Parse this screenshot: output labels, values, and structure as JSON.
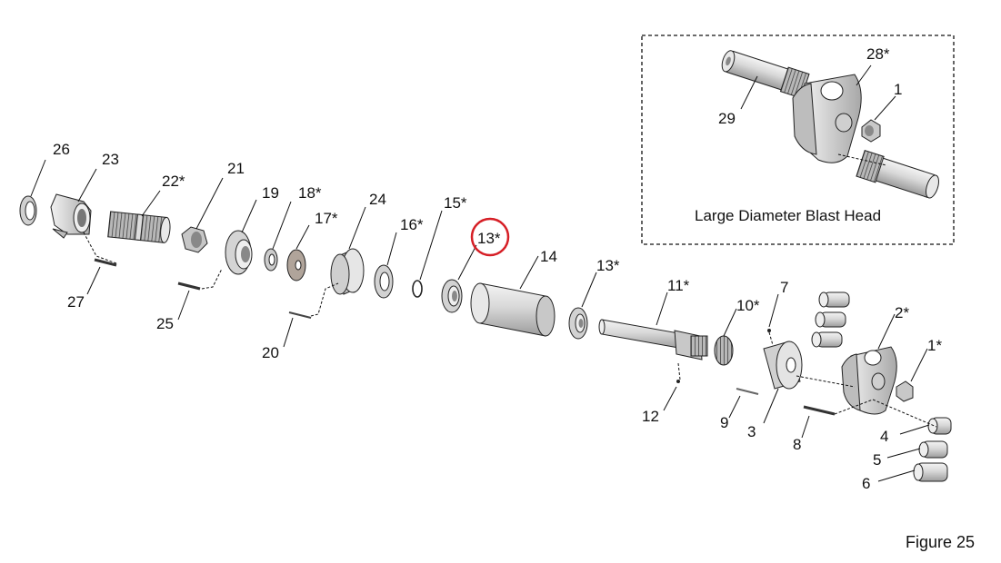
{
  "figure": {
    "caption": "Figure 25"
  },
  "inset": {
    "title": "Large Diameter Blast Head",
    "labels": [
      "28*",
      "1",
      "29"
    ]
  },
  "callouts": {
    "p26": "26",
    "p23": "23",
    "p22": "22*",
    "p21": "21",
    "p19": "19",
    "p18": "18*",
    "p17": "17*",
    "p24": "24",
    "p16": "16*",
    "p15": "15*",
    "p13a": "13*",
    "p14": "14",
    "p13b": "13*",
    "p11": "11*",
    "p10": "10*",
    "p7": "7",
    "p2": "2*",
    "p1": "1*",
    "p27": "27",
    "p25": "25",
    "p20": "20",
    "p12": "12",
    "p9": "9",
    "p3": "3",
    "p8": "8",
    "p4": "4",
    "p5": "5",
    "p6": "6"
  },
  "highlight": {
    "label": "13*",
    "color": "#d61f26"
  },
  "colors": {
    "line": "#111111",
    "part_fill": "#e4e4e4",
    "part_dark": "#9a9a9a"
  }
}
